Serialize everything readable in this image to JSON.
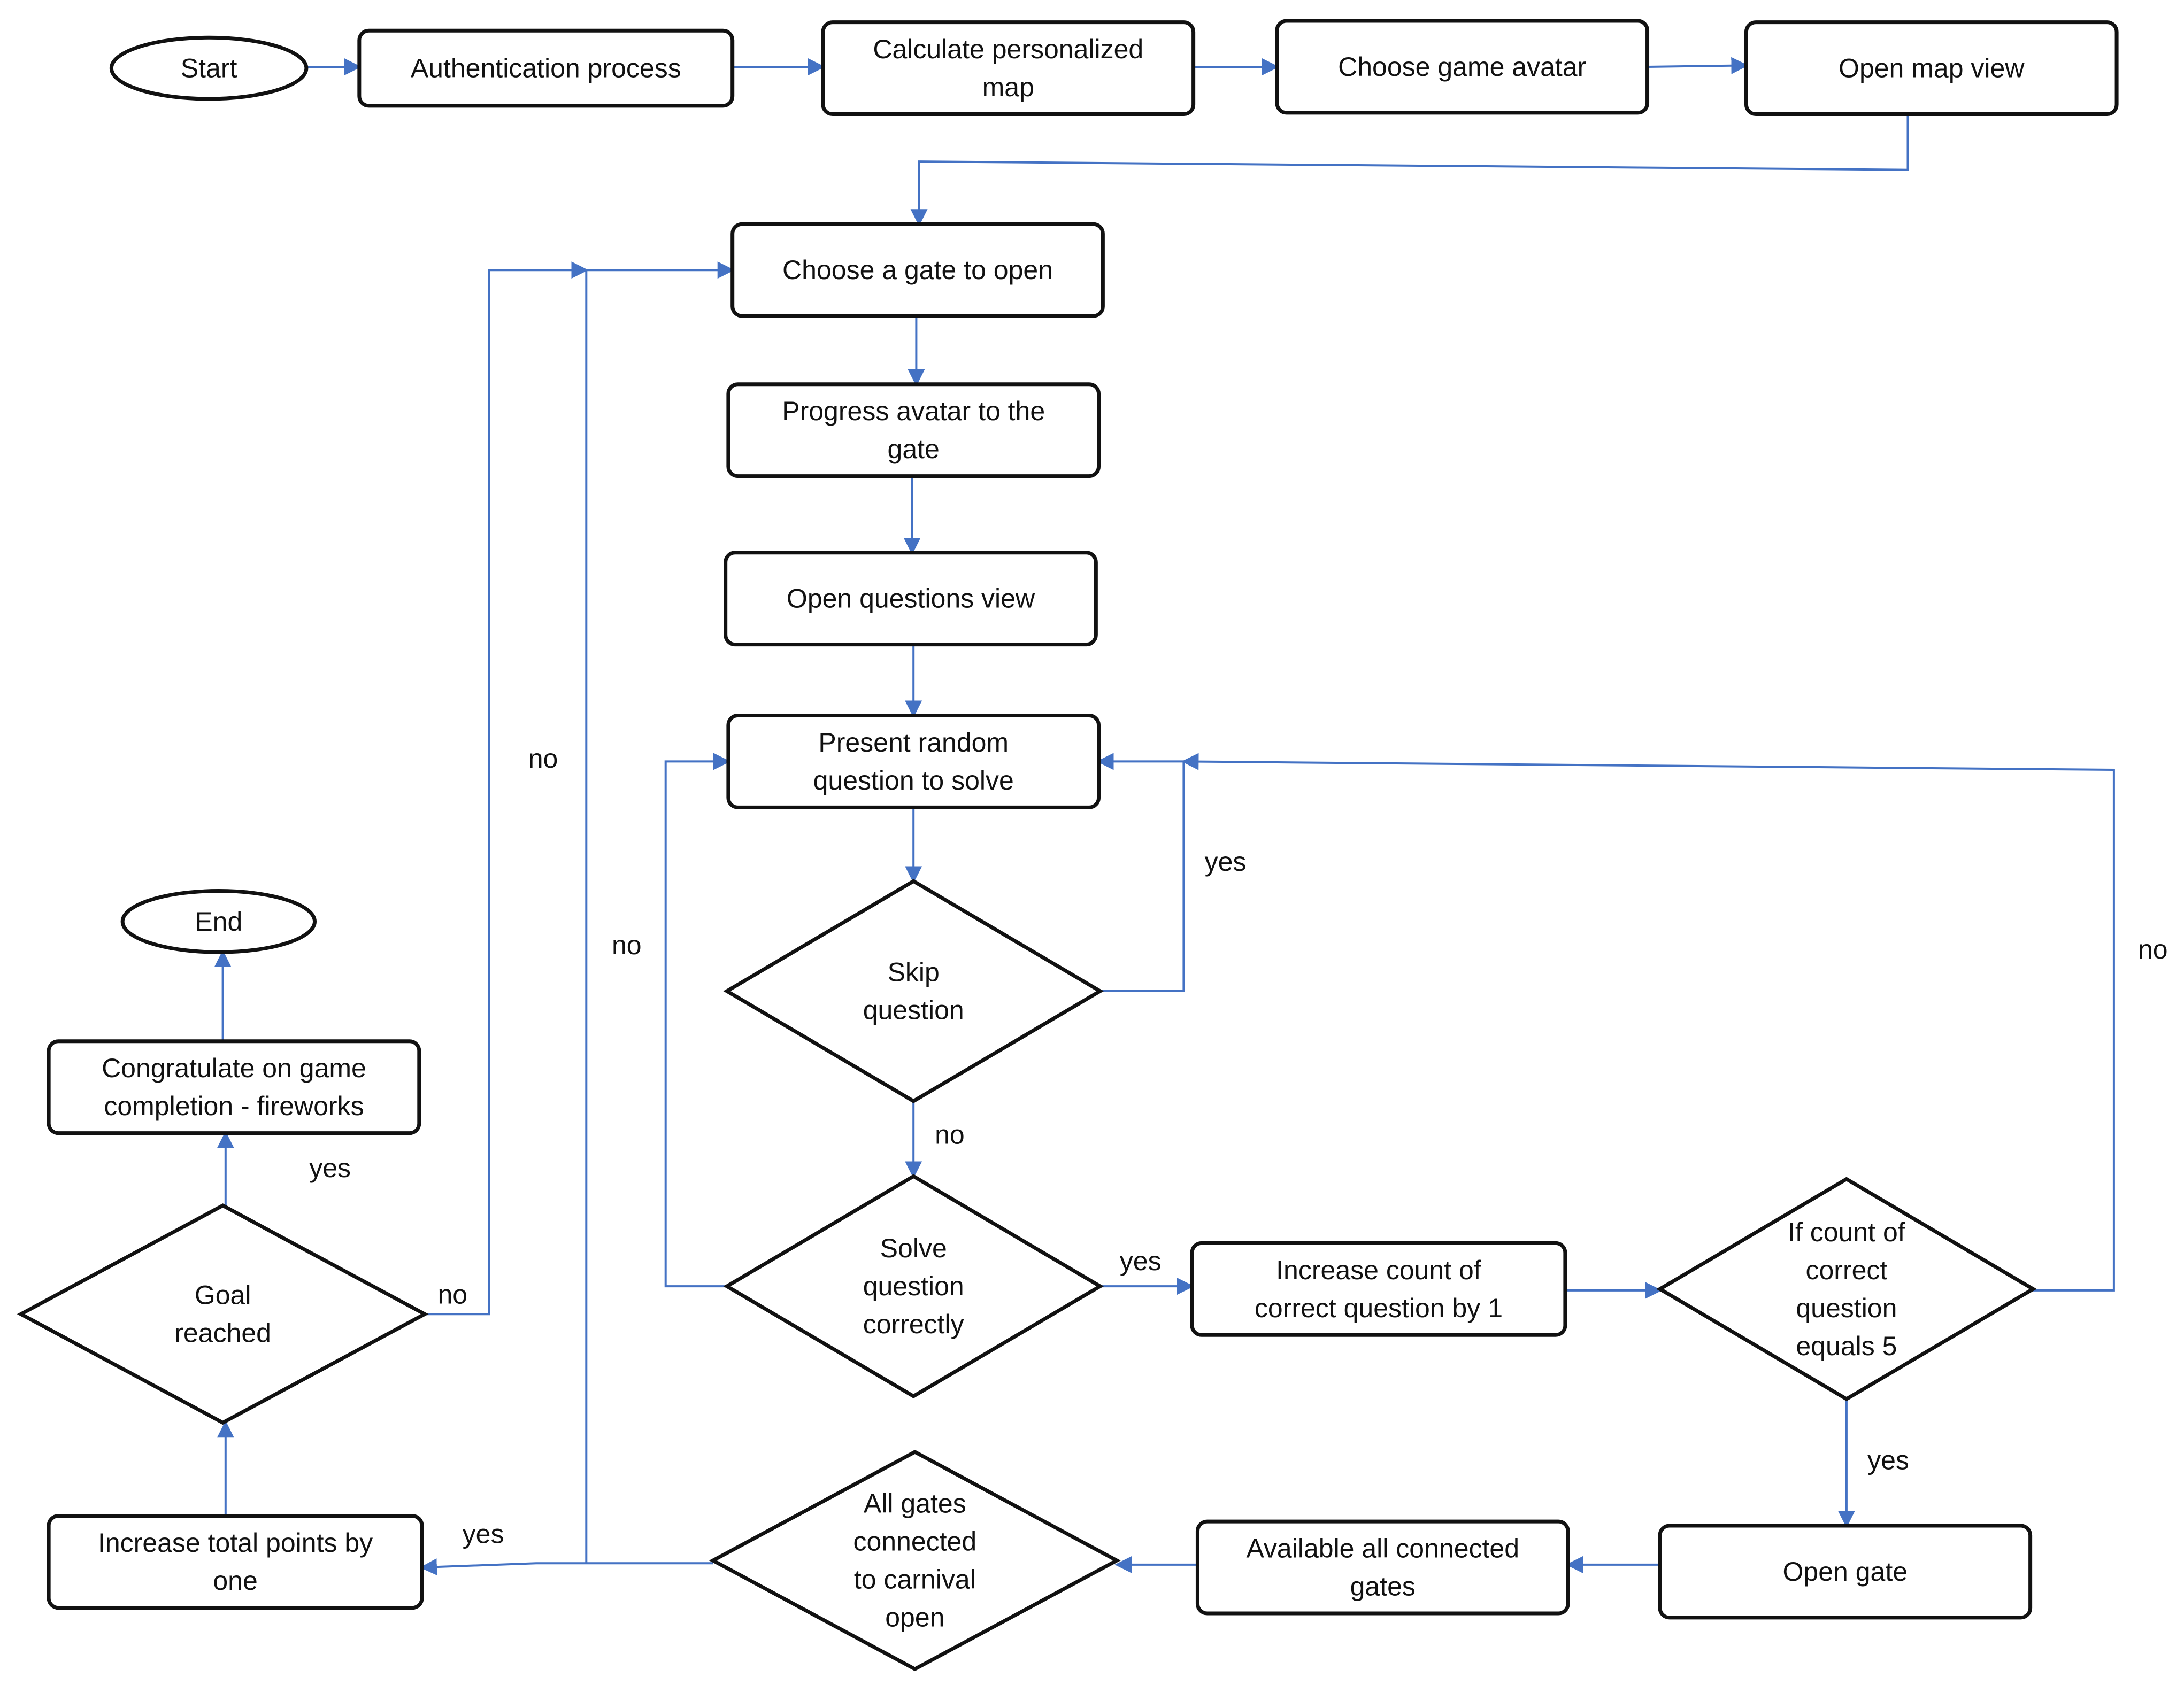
{
  "colors": {
    "edge": "#4472C4",
    "node_border": "#111111",
    "background": "#ffffff",
    "text": "#111111"
  },
  "nodes": {
    "start": {
      "shape": "ellipse",
      "lines": [
        "Start"
      ]
    },
    "authentication": {
      "shape": "rect",
      "lines": [
        "Authentication process"
      ]
    },
    "calculate_map": {
      "shape": "rect",
      "lines": [
        "Calculate personalized",
        "map"
      ]
    },
    "choose_avatar": {
      "shape": "rect",
      "lines": [
        "Choose game avatar"
      ]
    },
    "open_map": {
      "shape": "rect",
      "lines": [
        "Open map view"
      ]
    },
    "choose_gate": {
      "shape": "rect",
      "lines": [
        "Choose a gate to open"
      ]
    },
    "progress_avatar": {
      "shape": "rect",
      "lines": [
        "Progress avatar to the",
        "gate"
      ]
    },
    "open_questions": {
      "shape": "rect",
      "lines": [
        "Open questions view"
      ]
    },
    "present_question": {
      "shape": "rect",
      "lines": [
        "Present  random",
        "question to solve"
      ]
    },
    "skip_question": {
      "shape": "diamond",
      "lines": [
        "Skip",
        "question"
      ]
    },
    "solve_question": {
      "shape": "diamond",
      "lines": [
        "Solve",
        "question",
        "correctly"
      ]
    },
    "increase_count": {
      "shape": "rect",
      "lines": [
        "Increase count of",
        "correct question by 1"
      ]
    },
    "count_equals_5": {
      "shape": "diamond",
      "lines": [
        "If count of",
        "correct",
        "question",
        "equals 5"
      ]
    },
    "open_gate": {
      "shape": "rect",
      "lines": [
        "Open gate"
      ]
    },
    "available_gates": {
      "shape": "rect",
      "lines": [
        "Available  all connected",
        "gates"
      ]
    },
    "all_gates_open": {
      "shape": "diamond",
      "lines": [
        "All gates",
        "connected",
        "to carnival",
        "open"
      ]
    },
    "increase_points": {
      "shape": "rect",
      "lines": [
        "Increase total points by",
        "one"
      ]
    },
    "goal_reached": {
      "shape": "diamond",
      "lines": [
        "Goal",
        "reached"
      ]
    },
    "congratulate": {
      "shape": "rect",
      "lines": [
        "Congratulate on game",
        "completion - fireworks"
      ]
    },
    "end": {
      "shape": "ellipse",
      "lines": [
        "End"
      ]
    }
  },
  "edge_labels": {
    "skip_yes": "yes",
    "skip_no": "no",
    "solve_yes": "yes",
    "solve_no": "no",
    "count_yes": "yes",
    "count_no": "no",
    "all_gates_yes": "yes",
    "all_gates_no": "no",
    "goal_yes": "yes",
    "goal_no": "no"
  }
}
